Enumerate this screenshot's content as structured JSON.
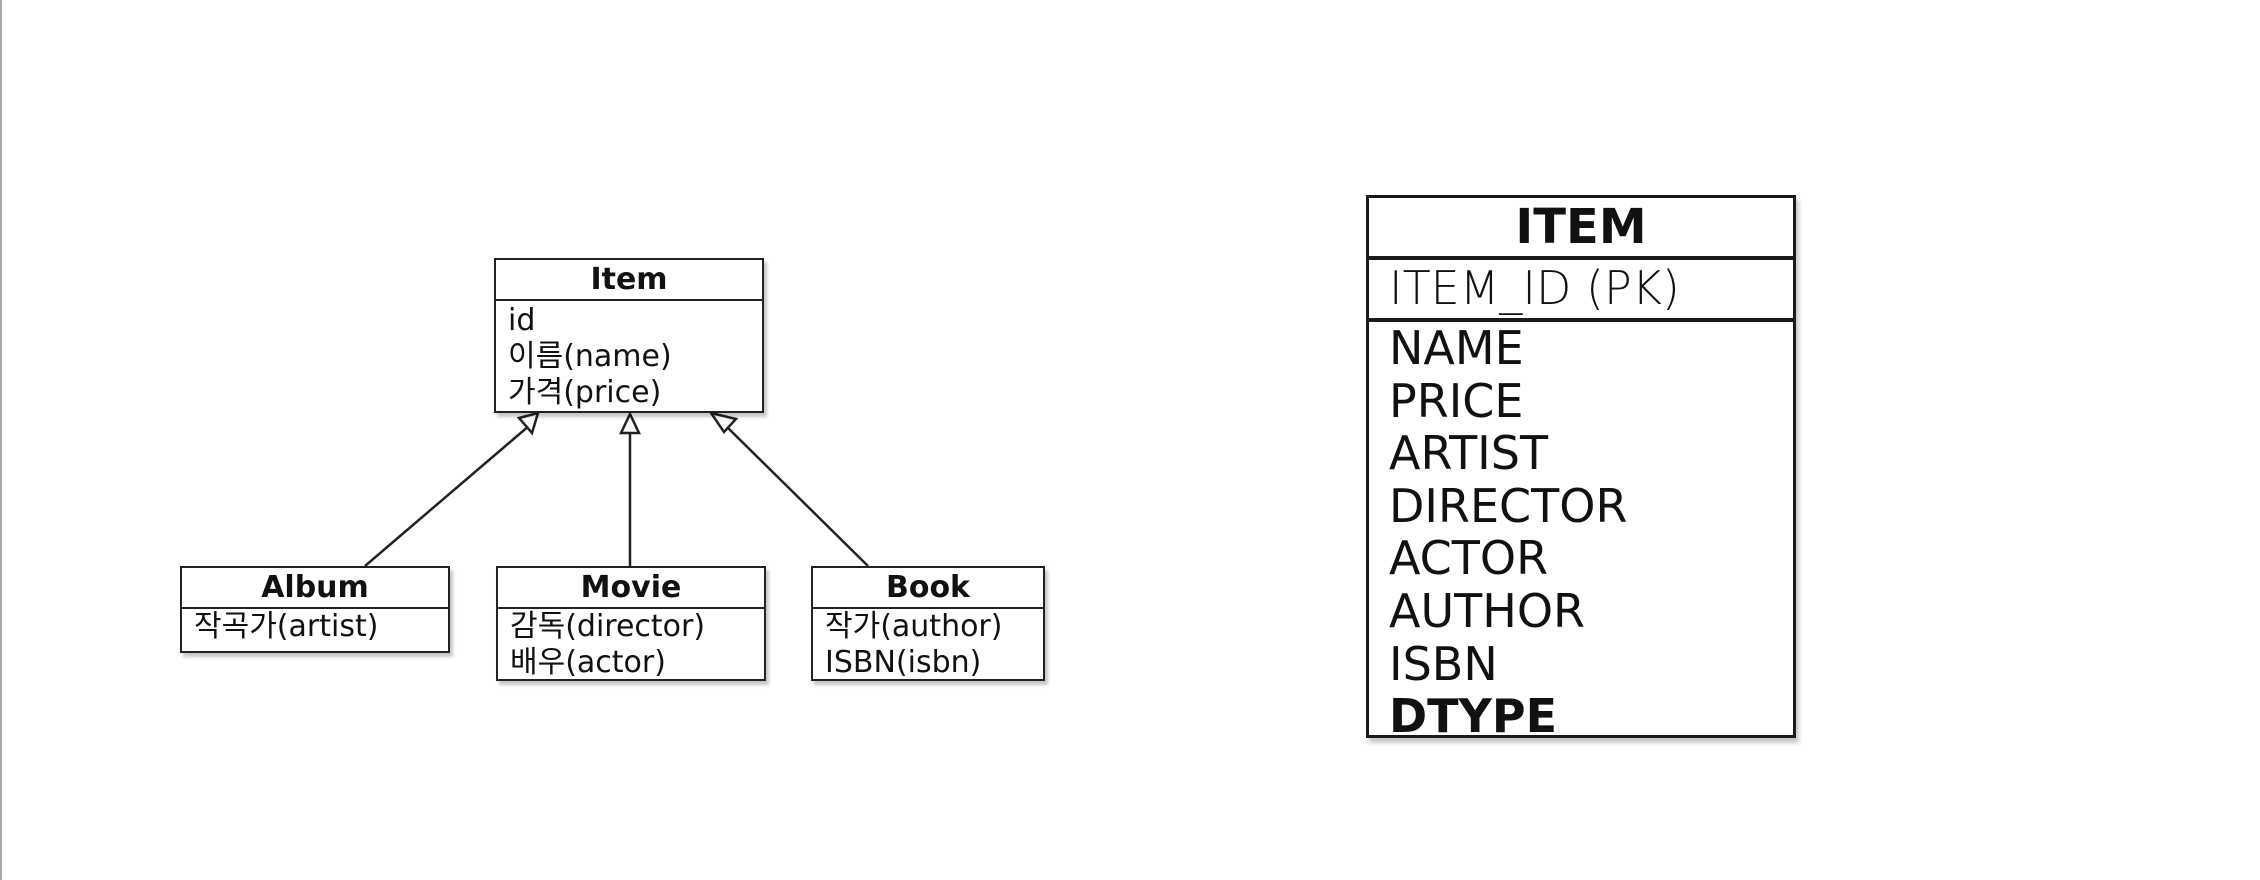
{
  "class_diagram": {
    "superclass": {
      "name": "Item",
      "attributes": [
        "id",
        "이름(name)",
        "가격(price)"
      ]
    },
    "subclasses": [
      {
        "name": "Album",
        "attributes": [
          "작곡가(artist)"
        ]
      },
      {
        "name": "Movie",
        "attributes": [
          "감독(director)",
          "배우(actor)"
        ]
      },
      {
        "name": "Book",
        "attributes": [
          "작가(author)",
          "ISBN(isbn)"
        ]
      }
    ],
    "relationship": "inheritance"
  },
  "table": {
    "name": "ITEM",
    "primary_key": "ITEM_ID (PK)",
    "columns": [
      {
        "name": "NAME",
        "bold": false
      },
      {
        "name": "PRICE",
        "bold": false
      },
      {
        "name": "ARTIST",
        "bold": false
      },
      {
        "name": "DIRECTOR",
        "bold": false
      },
      {
        "name": "ACTOR",
        "bold": false
      },
      {
        "name": "AUTHOR",
        "bold": false
      },
      {
        "name": "ISBN",
        "bold": false
      },
      {
        "name": "DTYPE",
        "bold": true
      }
    ]
  },
  "colors": {
    "line": "#222222",
    "background": "#ffffff",
    "text": "#111111"
  }
}
